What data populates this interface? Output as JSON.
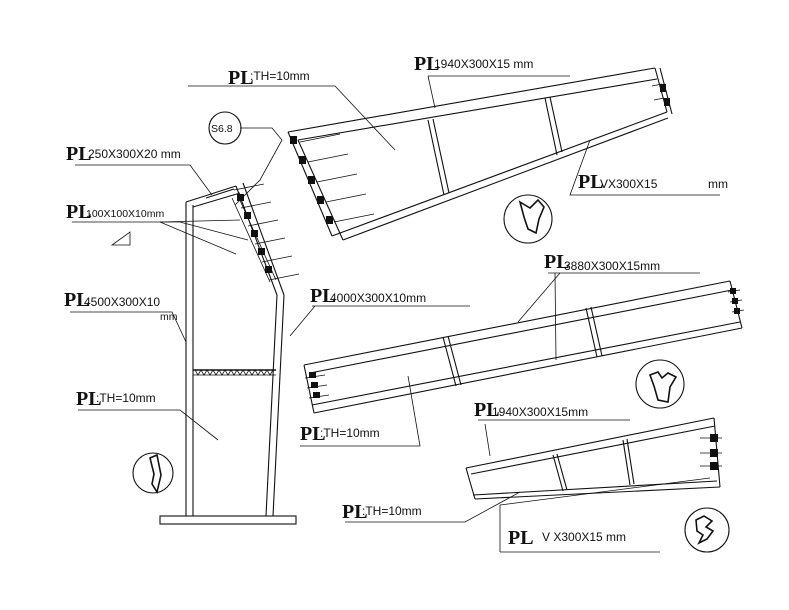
{
  "labels": {
    "pl_symbol": "PL",
    "th_top": ":TH=10mm",
    "th_col": ":TH=10mm",
    "th_mid": ":TH=10mm",
    "th_low": ":TH=10mm",
    "pl_1940_top": "1940X300X15 mm",
    "pl_1940_low": "1940X300X15mm",
    "vx_top_a": "VX300X15",
    "vx_top_b": "mm",
    "vx_low": "V X300X15  mm",
    "pl_250": "250X300X20  mm",
    "pl_100": "100X100X10mm",
    "pl_4500_a": "4500X300X10",
    "pl_4500_b": "mm",
    "pl_4000": "4000X300X10mm",
    "pl_3880": "3880X300X15mm",
    "bolt": "S6.8"
  }
}
